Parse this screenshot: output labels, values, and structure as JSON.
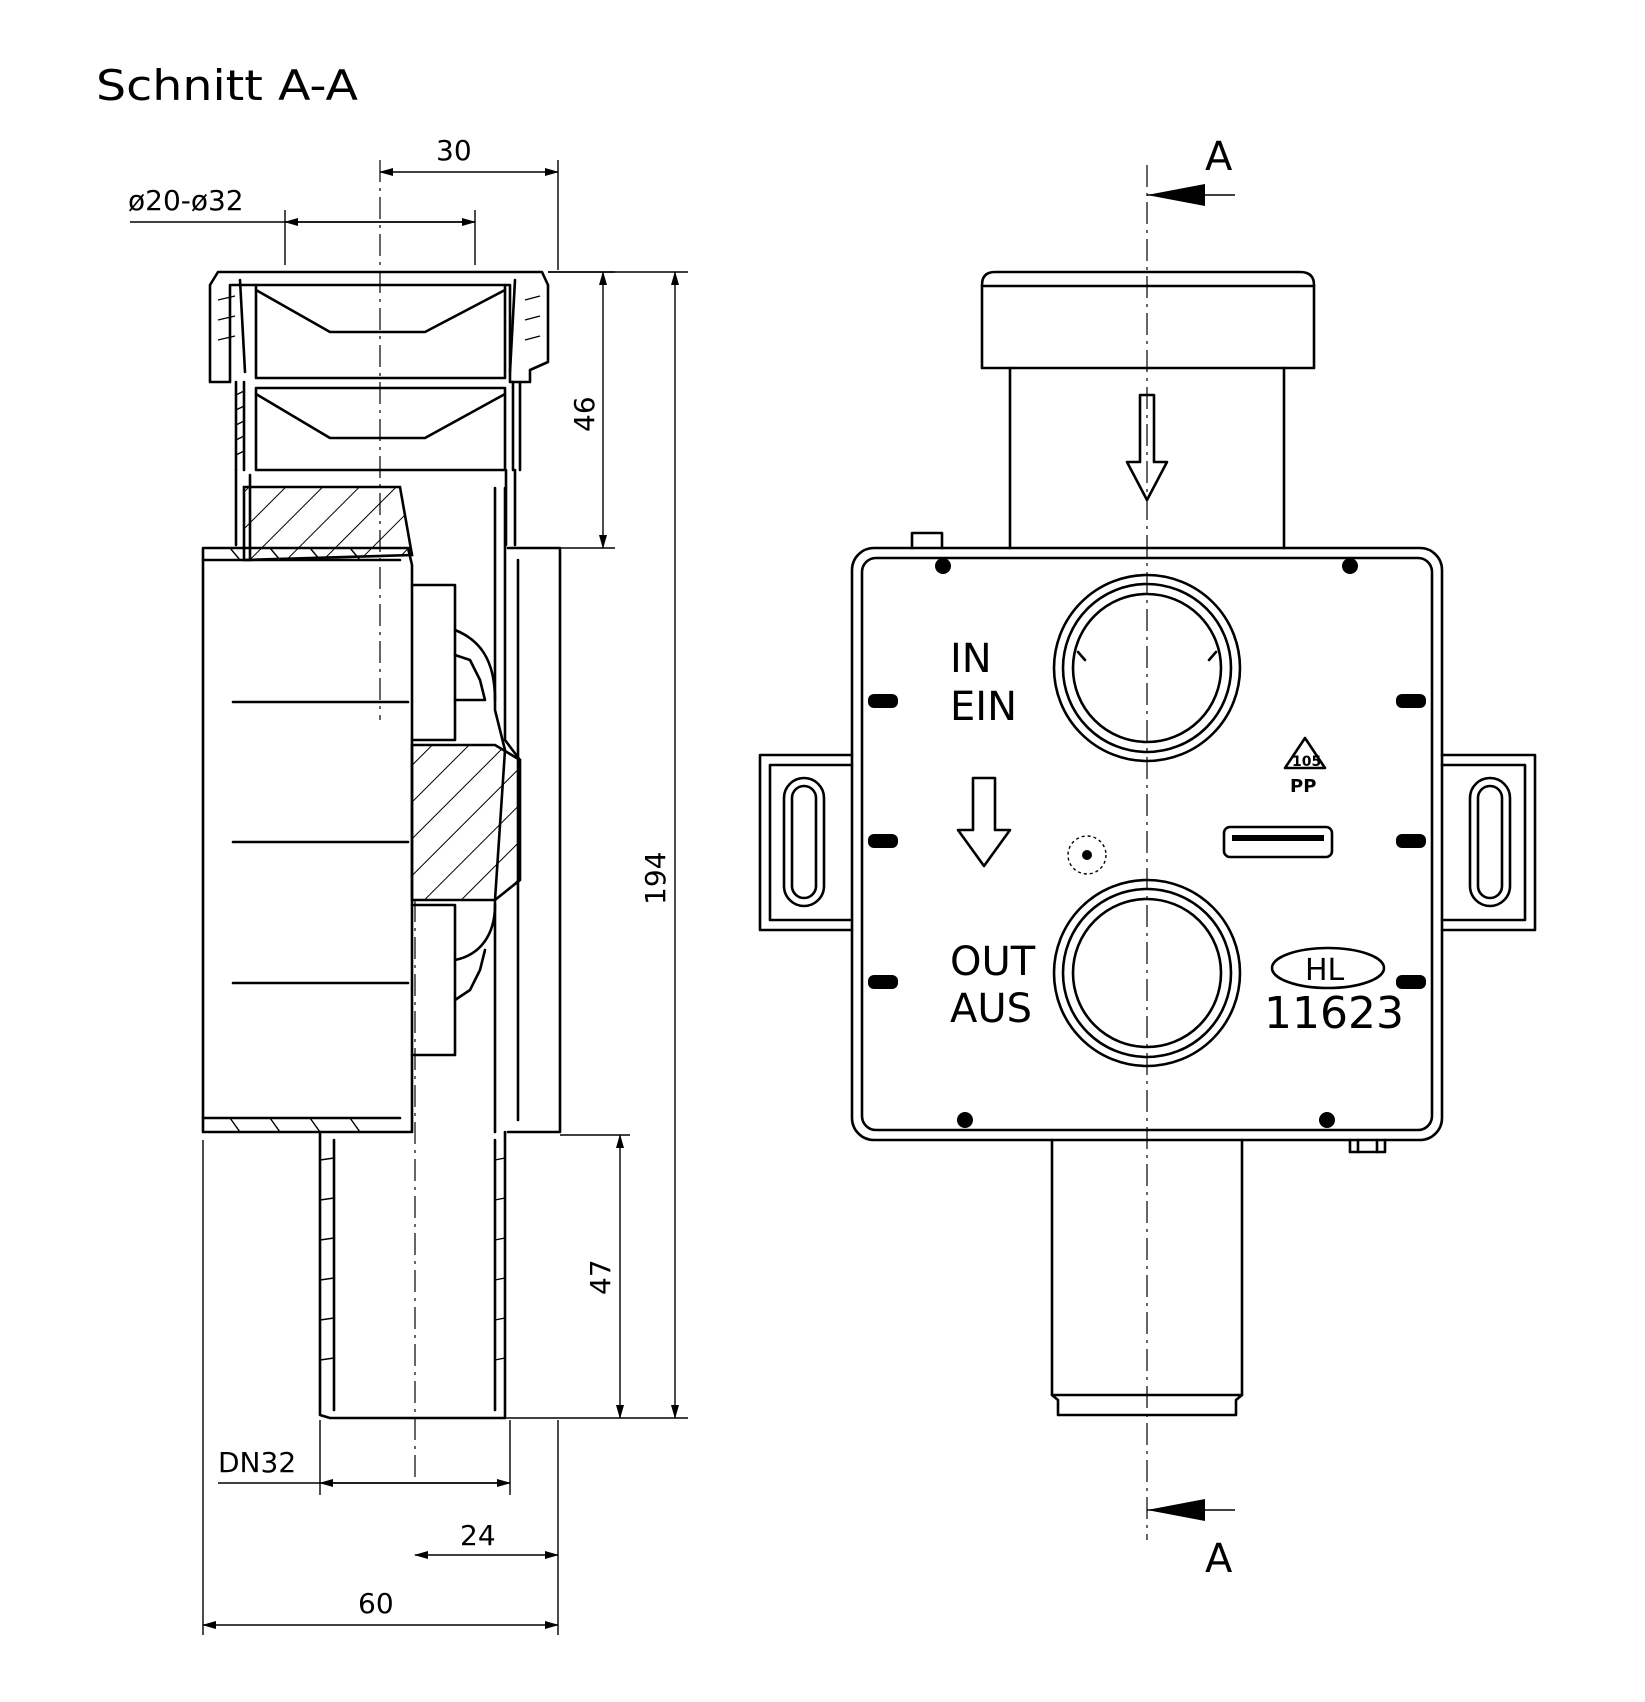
{
  "title": "Schnitt  A-A",
  "dimensions": {
    "d30": "30",
    "diameter_range": "ø20-ø32",
    "d46": "46",
    "d194": "194",
    "d47": "47",
    "dn32": "DN32",
    "d24": "24",
    "d60": "60"
  },
  "section_marks": {
    "top": "A",
    "bottom": "A"
  },
  "front_view": {
    "inlet_label_en": "IN",
    "inlet_label_de": "EIN",
    "outlet_label_en": "OUT",
    "outlet_label_de": "AUS",
    "brand": "HL",
    "part_number": "11623",
    "recycle_code": "105",
    "material": "PP"
  }
}
